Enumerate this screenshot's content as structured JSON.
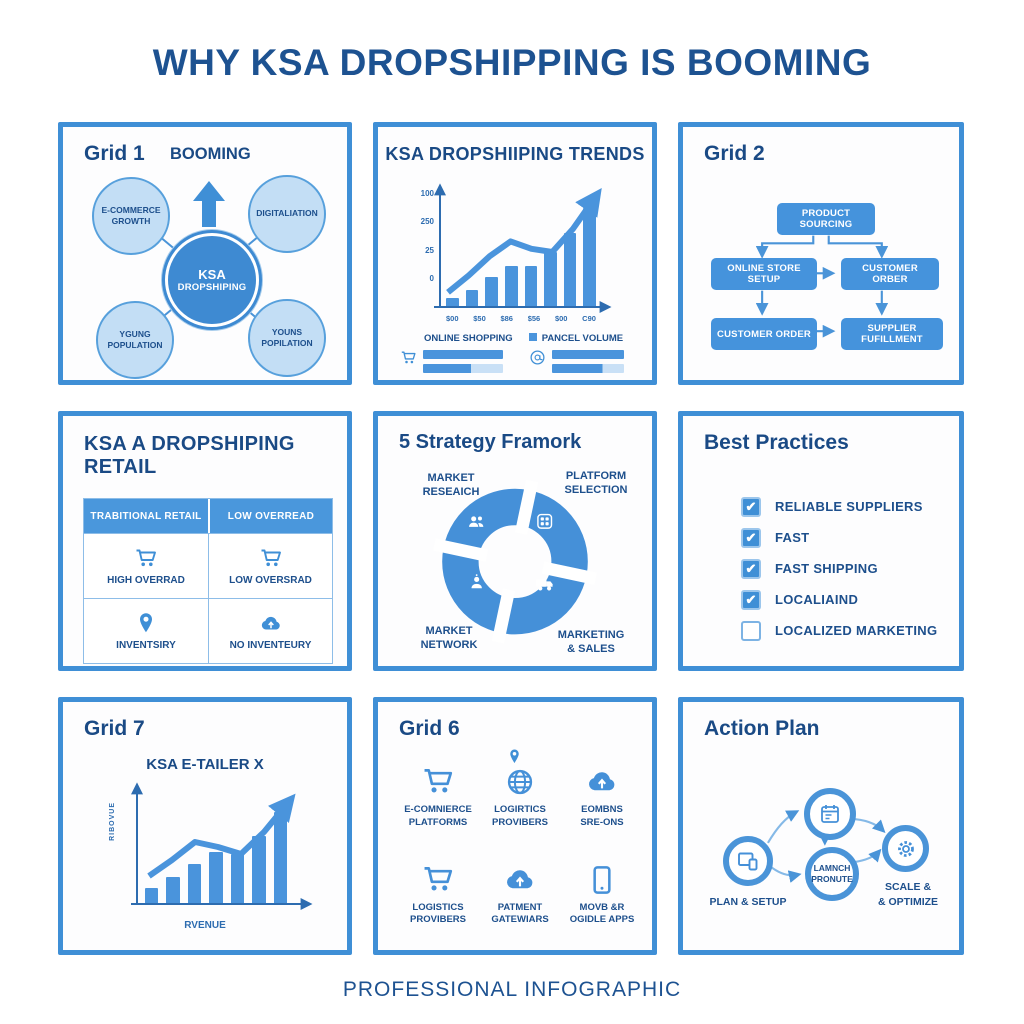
{
  "page": {
    "title": "WHY KSA DROPSHIPPING IS BOOMING",
    "footer": "PROFESSIONAL INFOGRAPHIC"
  },
  "colors": {
    "primary": "#3f8fd6",
    "bar": "#4a94dc",
    "navy": "#1d4f8c",
    "light_fill": "#c3def5",
    "pale_fill": "#c9e0f6",
    "box_fill": "#4593dc"
  },
  "grid1": {
    "heading": "Grid 1",
    "subtitle": "BOOMING",
    "center_line1": "KSA",
    "center_line2": "DROPSHIPING",
    "center_icon": "up-arrow-icon",
    "satellites": [
      {
        "line1": "E-COMMERCE",
        "line2": "GROWTH"
      },
      {
        "line1": "DIGITALIATION",
        "line2": ""
      },
      {
        "line1": "YGUNG",
        "line2": "POPULATION"
      },
      {
        "line1": "YOUNS",
        "line2": "POPILATION"
      }
    ]
  },
  "trends": {
    "title": "KSA DROPSHIIPING TRENDS",
    "legend_left": "ONLINE SHOPPING",
    "legend_right": "PANCEL VOLUME",
    "legend_left_icon": "cart-icon",
    "legend_right_icon": "at-icon"
  },
  "grid2": {
    "heading": "Grid 2",
    "box_top": "PRODUCT SOURCING",
    "box_mid_left": "ONLINE STORE SETUP",
    "box_mid_right": "CUSTOMER ORBER",
    "box_bottom_left": "CUSTOMER ORDER",
    "box_bottom_right": "SUPPLIER FUFILLMENT"
  },
  "retail": {
    "title": "KSA A DROPSHIPING RETAIL",
    "header_left": "TRABITIONAL RETAIL",
    "header_right": "LOW OVERREAD",
    "cells": [
      {
        "label": "HIGH OVERRAD",
        "icon": "cart-icon"
      },
      {
        "label": "LOW OVERSRAD",
        "icon": "cart-icon"
      },
      {
        "label": "INVENTSIRY",
        "icon": "location-pin-icon"
      },
      {
        "label": "NO INVENTEURY",
        "icon": "cloud-icon"
      }
    ]
  },
  "framework": {
    "title": "5 Strategy Framork",
    "labels": [
      {
        "line1": "MARKET",
        "line2": "RESEAICH",
        "icon": "people-icon"
      },
      {
        "line1": "PLATFORM",
        "line2": "SELECTION",
        "icon": "app-grid-icon"
      },
      {
        "line1": "MARKET",
        "line2": "NETWORK",
        "icon": "person-icon"
      },
      {
        "line1": "MARKETING",
        "line2": "& SALES",
        "icon": "truck-icon"
      }
    ]
  },
  "best": {
    "title": "Best Practices",
    "items": [
      {
        "label": "RELIABLE SUPPLIERS",
        "checked": true
      },
      {
        "label": "FAST",
        "checked": true
      },
      {
        "label": "FAST SHIPPING",
        "checked": true
      },
      {
        "label": "LOCALIAIND",
        "checked": true
      },
      {
        "label": "LOCALIZED MARKETING",
        "checked": false
      }
    ]
  },
  "grid7": {
    "heading": "Grid 7",
    "chart_title": "KSA E-TAILER X",
    "x_label": "RVENUE",
    "y_label": "RIBOVUE"
  },
  "grid6": {
    "heading": "Grid 6",
    "items": [
      {
        "line1": "E-COMNIERCE",
        "line2": "PLATFORMS",
        "icon": "cart-icon"
      },
      {
        "line1": "LOGIRTICS",
        "line2": "PROVIBERS",
        "icon": "globe-pin-icon"
      },
      {
        "line1": "EOMBNS",
        "line2": "SRE-ONS",
        "icon": "cloud-upload-icon"
      },
      {
        "line1": "LOGISTICS",
        "line2": "PROVIBERS",
        "icon": "cart-icon"
      },
      {
        "line1": "PATMENT",
        "line2": "GATEWIARS",
        "icon": "cloud-upload-icon"
      },
      {
        "line1": "MOVB &R",
        "line2": "OGIDLE APPS",
        "icon": "mobile-phone-icon"
      }
    ]
  },
  "action": {
    "heading": "Action Plan",
    "label_left": "PLAN & SETUP",
    "circle_left_icon": "devices-icon",
    "circle_top_icon": "calendar-icon",
    "circle_mid_line1": "LAMNCH",
    "circle_mid_line2": "PRONUTE",
    "circle_right_icon": "gear-icon",
    "label_right_line1": "SCALE &",
    "label_right_line2": "& OPTIMIZE"
  },
  "chart_data": [
    {
      "type": "bar+line",
      "title": "KSA DROPSHIIPING TRENDS",
      "y_ticks": [
        "100",
        "250",
        "25",
        "0"
      ],
      "x_ticks": [
        "$00",
        "$50",
        "$86",
        "$56",
        "$00",
        "C90"
      ],
      "bar_values": [
        8,
        15,
        27,
        37,
        37,
        49,
        66,
        88
      ],
      "line_values": [
        12,
        28,
        46,
        60,
        53,
        50,
        72,
        100
      ],
      "legend": [
        "ONLINE SHOPPING",
        "PANCEL VOLUME"
      ],
      "legend_progress_bars": {
        "online_shopping": [
          100,
          60
        ],
        "pancel_volume": [
          100,
          70
        ]
      },
      "ylim": [
        0,
        100
      ],
      "grid": false,
      "legend_position": "bottom"
    },
    {
      "type": "bar+line",
      "title": "KSA E-TAILER X",
      "xlabel": "RVENUE",
      "ylabel": "RIBOVUE",
      "bar_values": [
        16,
        27,
        40,
        52,
        50,
        68,
        92
      ],
      "line_values": [
        26,
        42,
        60,
        55,
        48,
        70,
        98
      ],
      "ylim": [
        0,
        100
      ],
      "grid": false
    }
  ]
}
